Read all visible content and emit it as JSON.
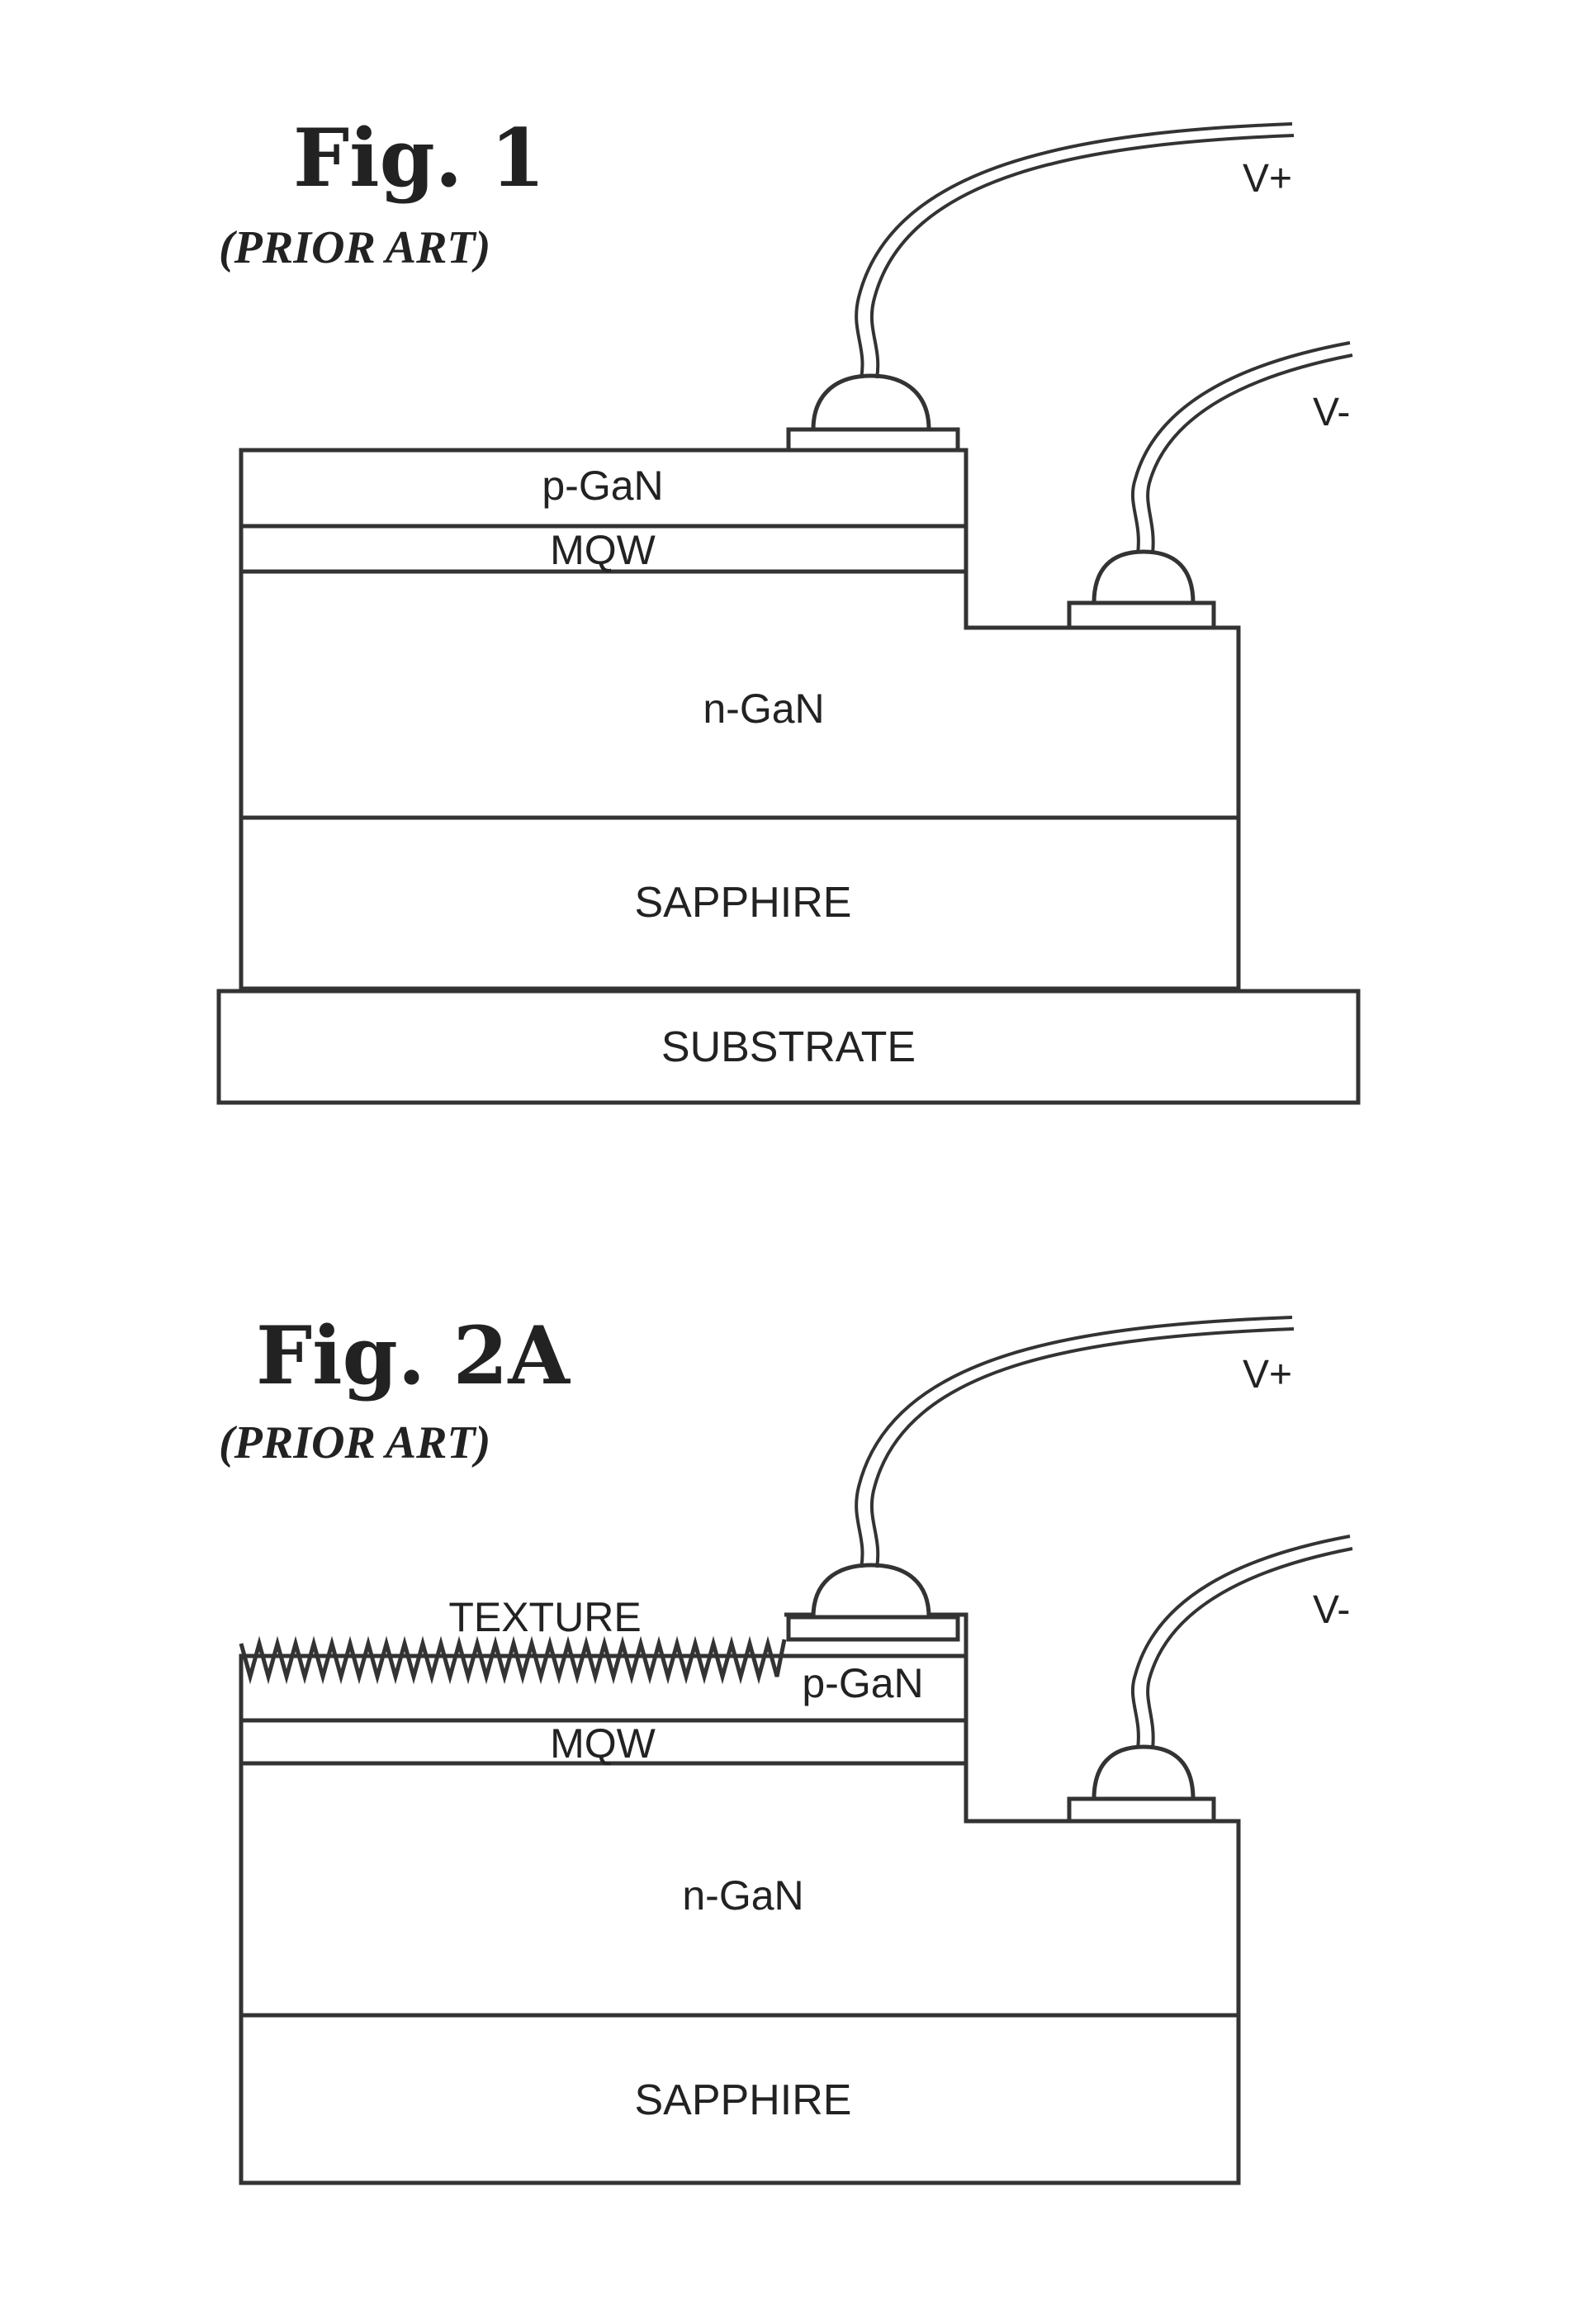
{
  "figures": [
    {
      "id": "fig1",
      "title": "Fig. 1",
      "subtitle": "(PRIOR ART)",
      "layers": {
        "p_gan": "p-GaN",
        "mqw": "MQW",
        "n_gan": "n-GaN",
        "sapphire": "SAPPHIRE",
        "substrate": "SUBSTRATE"
      },
      "terminals": {
        "positive": "V+",
        "negative": "V-"
      }
    },
    {
      "id": "fig2a",
      "title": "Fig. 2A",
      "subtitle": "(PRIOR ART)",
      "layers": {
        "texture": "TEXTURE",
        "p_gan": "p-GaN",
        "mqw": "MQW",
        "n_gan": "n-GaN",
        "sapphire": "SAPPHIRE"
      },
      "terminals": {
        "positive": "V+",
        "negative": "V-"
      }
    }
  ]
}
